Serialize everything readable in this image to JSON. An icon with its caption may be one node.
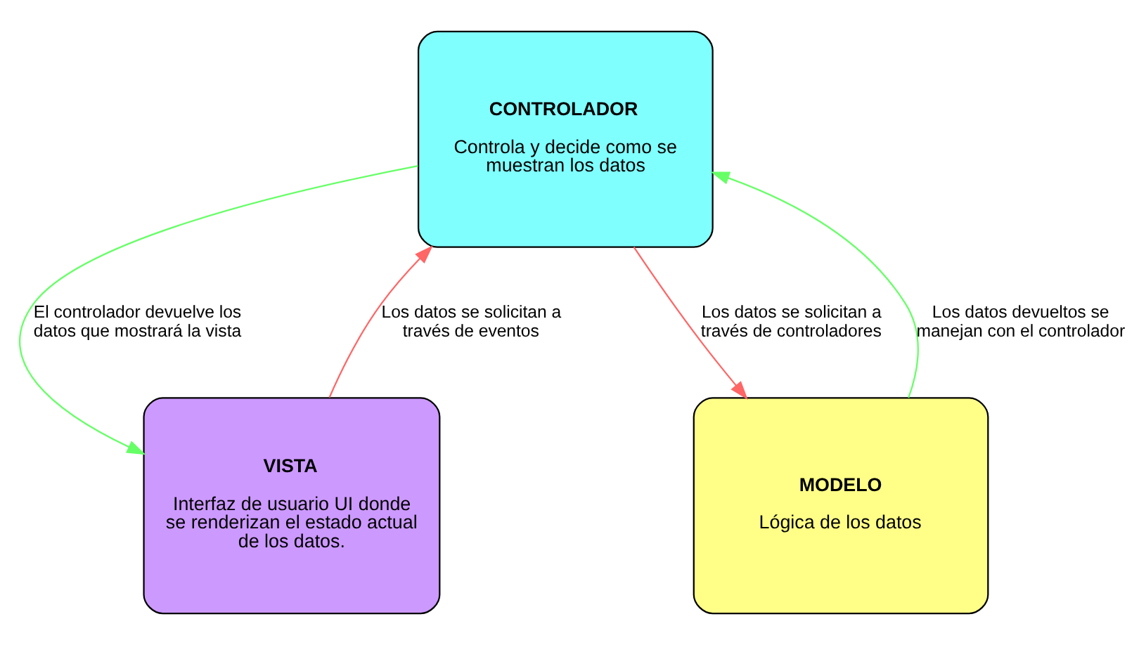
{
  "diagram": {
    "nodes": [
      {
        "text": [
          "CONTROLADOR",
          "Controla y decide como se muestran los datos"
        ]
      },
      {
        "text": [
          "VISTA",
          "Interfaz de usuario UI donde se renderizan el estado actual de los datos."
        ]
      },
      {
        "text": [
          "MODELO",
          "Lógica de los datos"
        ]
      }
    ],
    "edges": [
      {
        "from": 0,
        "to": 1,
        "arrow": "to",
        "label": "El controlador devuelve los datos que mostrará la vista",
        "color": "#66ff66"
      },
      {
        "from": 1,
        "to": 0,
        "arrow": "to",
        "label": "Los datos se solicitan a través de eventos",
        "color": "#ff6666"
      },
      {
        "from": 0,
        "to": 2,
        "arrow": "to",
        "label": "Los datos se solicitan a través de controladores",
        "color": "#ff6666"
      },
      {
        "from": 2,
        "to": 0,
        "arrow": "to",
        "label": "Los datos devueltos se manejan con el controlador",
        "color": "#66ff66"
      }
    ]
  }
}
